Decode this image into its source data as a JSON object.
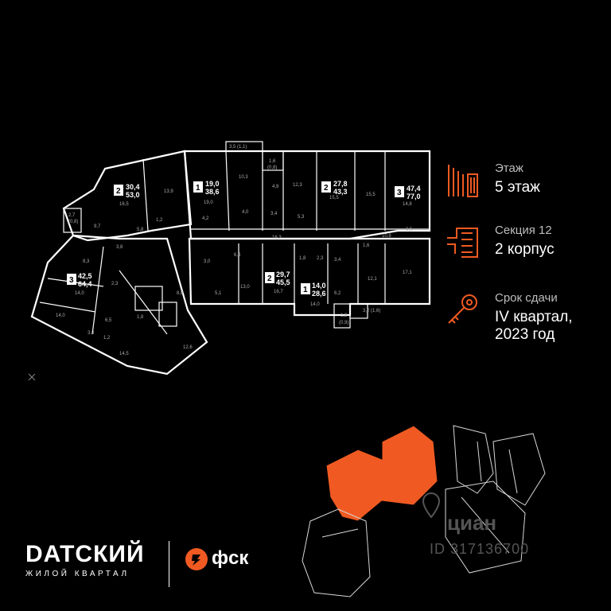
{
  "info": {
    "floor_label": "Этаж",
    "floor_value": "5 этаж",
    "section_label": "Секция 12",
    "section_value": "2 корпус",
    "deadline_label": "Срок сдачи",
    "deadline_value_1": "IV квартал,",
    "deadline_value_2": "2023 год"
  },
  "brand": {
    "name": "DATСКИЙ",
    "subtitle": "ЖИЛОЙ КВАРТАЛ",
    "developer": "фск"
  },
  "watermark": {
    "id_text": "ID 317136700",
    "logo_text": "циан"
  },
  "apartments": [
    {
      "rooms": "2",
      "living": "30,4",
      "total": "53,0"
    },
    {
      "rooms": "1",
      "living": "19,0",
      "total": "38,6"
    },
    {
      "rooms": "2",
      "living": "27,8",
      "total": "43,3"
    },
    {
      "rooms": "3",
      "living": "47,4",
      "total": "77,0"
    },
    {
      "rooms": "3",
      "living": "42,5",
      "total": "64,4"
    },
    {
      "rooms": "2",
      "living": "29,7",
      "total": "45,5"
    },
    {
      "rooms": "1",
      "living": "14,0",
      "total": "28,6"
    }
  ],
  "room_areas": {
    "a": "13,9",
    "b": "16,5",
    "c": "9,7",
    "d": "5,8",
    "e": "1,2",
    "f": "2,7",
    "g": "(0,8)",
    "h": "19,0",
    "i": "4,2",
    "j": "4,0",
    "k": "10,3",
    "l": "3,5 (1,1)",
    "m": "1,6",
    "n": "(0,8)",
    "o": "4,9",
    "p": "3,4",
    "q": "12,3",
    "r": "5,3",
    "s": "15,5",
    "t": "15,5",
    "u": "14,8",
    "v": "10,8",
    "w": "3,5",
    "x": "16,3",
    "y": "8,3",
    "z": "3,8",
    "aa": "2,3",
    "ab": "14,0",
    "ac": "14,0",
    "ad": "3,8",
    "ae": "6,5",
    "af": "14,5",
    "ag": "1,2",
    "ah": "1,8",
    "ai": "12,6",
    "aj": "8,8",
    "ak": "3,0",
    "al": "6,4",
    "am": "5,1",
    "an": "13,0",
    "ao": "16,7",
    "ap": "1,8",
    "aq": "2,3",
    "ar": "3,4",
    "as": "6,2",
    "at": "14,0",
    "au": "1,8",
    "av": "(0,9)",
    "aw": "12,1",
    "ax": "17,1",
    "ay": "3,2 (1,6)",
    "az": "1,6"
  },
  "colors": {
    "accent": "#f05a22",
    "background": "#000000",
    "plan_wall": "#ffffff",
    "muted": "#bdbdbd"
  },
  "icons": [
    "floor-icon",
    "section-icon",
    "key-icon",
    "fsk-logo-icon",
    "cian-pin-icon"
  ]
}
